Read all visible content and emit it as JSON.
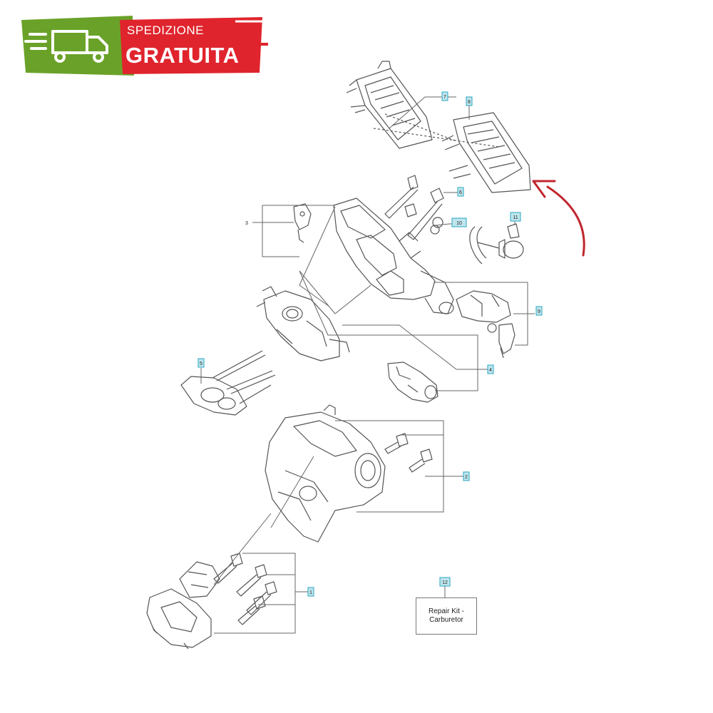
{
  "banner": {
    "line1": "SPEDIZIONE",
    "line2": "GRATUITA",
    "icon": "delivery-truck-icon",
    "colors": {
      "green": "#6aa229",
      "red": "#e0242d",
      "white": "#ffffff"
    }
  },
  "diagram": {
    "callouts": [
      {
        "id": "c1",
        "number": "1"
      },
      {
        "id": "c2",
        "number": "2"
      },
      {
        "id": "c3",
        "number": "3"
      },
      {
        "id": "c4",
        "number": "4"
      },
      {
        "id": "c5",
        "number": "5"
      },
      {
        "id": "c6",
        "number": "6"
      },
      {
        "id": "c7",
        "number": "7"
      },
      {
        "id": "c8",
        "number": "8"
      },
      {
        "id": "c9",
        "number": "9"
      },
      {
        "id": "c10",
        "number": "10"
      },
      {
        "id": "c11",
        "number": "11"
      },
      {
        "id": "c12",
        "number": "12"
      }
    ],
    "repair_kit": {
      "line1": "Repair Kit -",
      "line2": "Carburetor"
    },
    "arrow": {
      "icon": "pointer-arrow-icon",
      "color": "#c0262d"
    },
    "colors": {
      "line": "#555555",
      "callout_fill": "#bfe6ee",
      "callout_border": "#2aa6bf"
    }
  }
}
